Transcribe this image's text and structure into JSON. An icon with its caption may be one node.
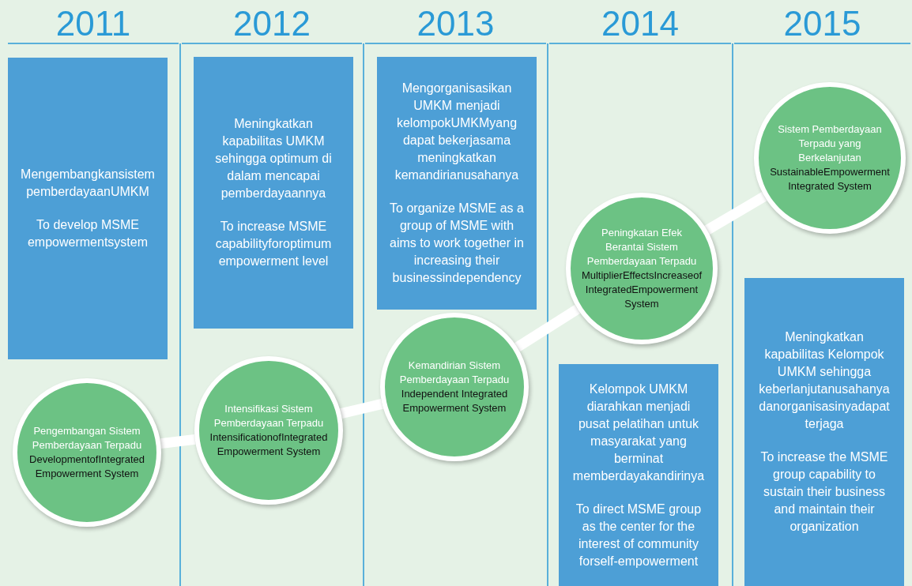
{
  "diagram": {
    "nodes": [
      {
        "text": [
          "Mengembangkansistem pemberdayaanUMKM",
          "To develop MSME empowermentsystem"
        ]
      },
      {
        "text": [
          "Pengembangan Sistem Pemberdayaan Terpadu",
          "DevelopmentofIntegrated Empowerment System"
        ]
      },
      {
        "text": [
          "Meningkatkan kapabilitas UMKM sehingga optimum di dalam mencapai pemberdayaannya",
          "To increase MSME capabilityforoptimum empowerment level"
        ]
      },
      {
        "text": [
          "Intensifikasi Sistem Pemberdayaan Terpadu",
          "IntensificationofIntegrated Empowerment System"
        ]
      },
      {
        "text": [
          "Mengorganisasikan UMKM menjadi kelompokUMKMyang dapat bekerjasama meningkatkan kemandirianusahanya",
          "To organize MSME as a group of MSME with aims to work together in increasing their businessindependency"
        ]
      },
      {
        "text": [
          "Kemandirian Sistem Pemberdayaan Terpadu",
          "Independent Integrated Empowerment System"
        ]
      },
      {
        "text": [
          "Peningkatan Efek Berantai Sistem Pemberdayaan Terpadu",
          "MultiplierEffectsIncreaseof IntegratedEmpowerment System"
        ]
      },
      {
        "text": [
          "Kelompok UMKM diarahkan menjadi pusat pelatihan untuk masyarakat yang berminat memberdayakandirinya",
          "To direct MSME group as the center for the interest of community forself-empowerment"
        ]
      },
      {
        "text": [
          "Sistem Pemberdayaan Terpadu yang Berkelanjutan",
          "SustainableEmpowerment Integrated System"
        ]
      },
      {
        "text": [
          "Meningkatkan kapabilitas Kelompok UMKM sehingga keberlanjutanusahanya danorganisasinyadapat terjaga",
          "To increase the MSME group capability to sustain their business and maintain their organization"
        ]
      }
    ],
    "edges": [
      {
        "from": 1,
        "to": 3,
        "arrow": "none"
      },
      {
        "from": 3,
        "to": 5,
        "arrow": "none"
      },
      {
        "from": 5,
        "to": 6,
        "arrow": "none"
      },
      {
        "from": 6,
        "to": 8,
        "arrow": "none"
      }
    ],
    "labels": [
      "2011",
      "2012",
      "2013",
      "2014",
      "2015"
    ]
  }
}
